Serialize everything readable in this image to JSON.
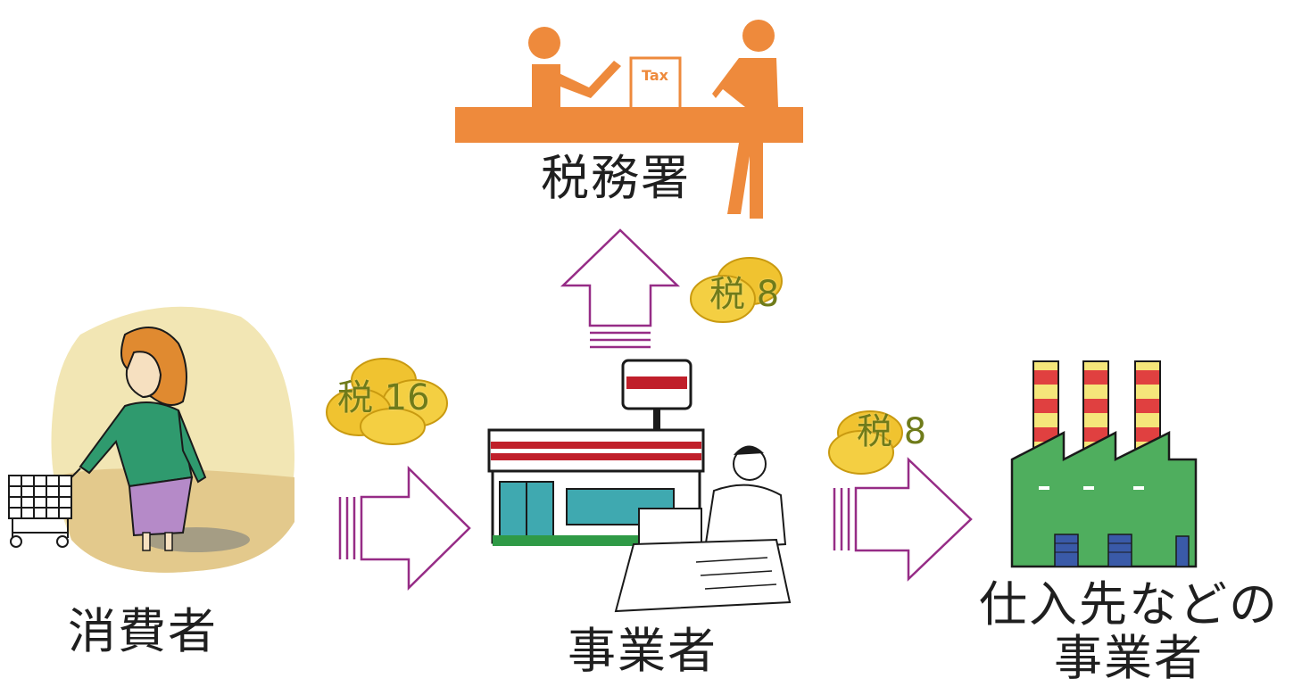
{
  "tax_office": {
    "label": "税務署",
    "box_text": "Tax"
  },
  "consumer": {
    "label": "消費者"
  },
  "business": {
    "label": "事業者"
  },
  "supplier": {
    "label_line1": "仕入先などの",
    "label_line2": "事業者"
  },
  "tax_flows": {
    "consumer_to_business": {
      "prefix": "税",
      "amount": "16"
    },
    "business_to_office": {
      "prefix": "税",
      "amount": "8"
    },
    "business_to_supplier": {
      "prefix": "税",
      "amount": "8"
    }
  },
  "colors": {
    "orange": "#ee8a3c",
    "arrow": "#962c86",
    "coin": "#f0c330",
    "factory": "#4fae5e",
    "shop_red": "#c01f2a"
  }
}
